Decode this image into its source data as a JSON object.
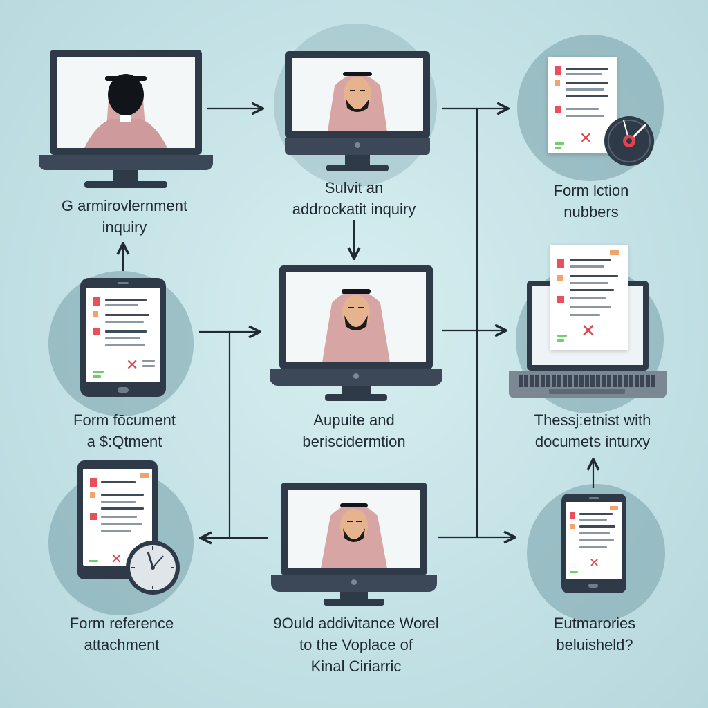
{
  "steps": [
    {
      "id": "1",
      "lines": [
        "G armirovlernment",
        "inquiry"
      ]
    },
    {
      "id": "2",
      "lines": [
        "Sulvit an",
        "addrockatit inquiry"
      ]
    },
    {
      "id": "3",
      "lines": [
        "Form lction",
        "nubbers"
      ]
    },
    {
      "id": "4",
      "lines": [
        "Form fōcument",
        "a $:Qtment"
      ]
    },
    {
      "id": "5",
      "lines": [
        "Aupuite and",
        "beriscidermtion"
      ]
    },
    {
      "id": "6",
      "lines": [
        "Thessj:etnist with",
        "documets inturxy"
      ]
    },
    {
      "id": "7",
      "lines": [
        "Form reference",
        "attachment"
      ]
    },
    {
      "id": "8",
      "lines": [
        "9Ould addivitance Worel",
        "to the Voplace of",
        "Kinal Ciriarric"
      ]
    },
    {
      "id": "9",
      "lines": [
        "Eutmarories",
        "beluisheld?"
      ]
    }
  ],
  "icons": {
    "person": "person-avatar-icon",
    "document": "document-form-icon",
    "clock": "clock-icon",
    "gauge": "gauge-icon",
    "reject": "x-mark-icon"
  },
  "glyphs": {
    "reject": "✕"
  },
  "colors": {
    "background": "#c4e2e6",
    "device": "#2f3a48",
    "accent_red": "#e2434e",
    "accent_green": "#6fcf6a",
    "accent_orange": "#f0a36a",
    "headscarf": "#d8a5a5"
  }
}
